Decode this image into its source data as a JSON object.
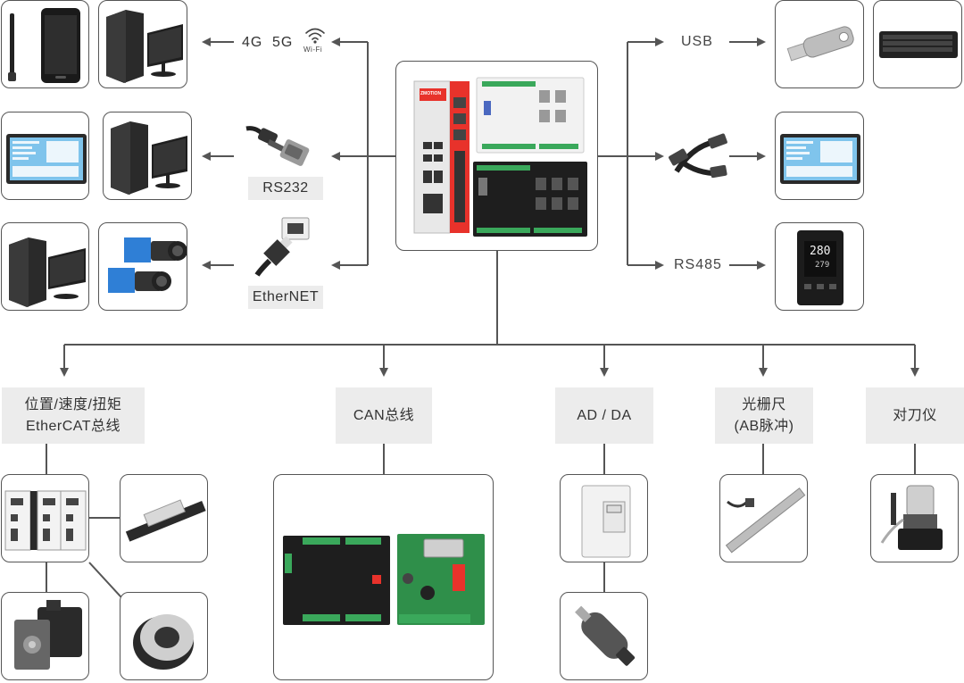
{
  "protocols": {
    "wireless_4g": "4G",
    "wireless_5g": "5G",
    "wifi": "Wi-Fi",
    "rs232": "RS232",
    "ethernet": "EtherNET",
    "usb": "USB",
    "rs485": "RS485"
  },
  "buses": [
    {
      "id": "ethercat",
      "label": "位置/速度/扭矩\nEtherCAT总线"
    },
    {
      "id": "can",
      "label": "CAN总线"
    },
    {
      "id": "adda",
      "label": "AD / DA"
    },
    {
      "id": "grating",
      "label": "光栅尺\n(AB脉冲)"
    },
    {
      "id": "tool-setter",
      "label": "对刀仪"
    }
  ],
  "device_texts": {
    "controller_brand": "ZMOTION",
    "thermo_pv": "280",
    "thermo_sv": "279"
  },
  "colors": {
    "line": "#555555",
    "label_bg": "#ececec",
    "controller_red": "#e8322b",
    "panel_dark": "#1e1e1e",
    "pcb_green": "#2f8f4a",
    "terminal_green": "#3aa85b",
    "camera_blue": "#2f7fd6",
    "hmi_blue": "#5bb3e6"
  }
}
